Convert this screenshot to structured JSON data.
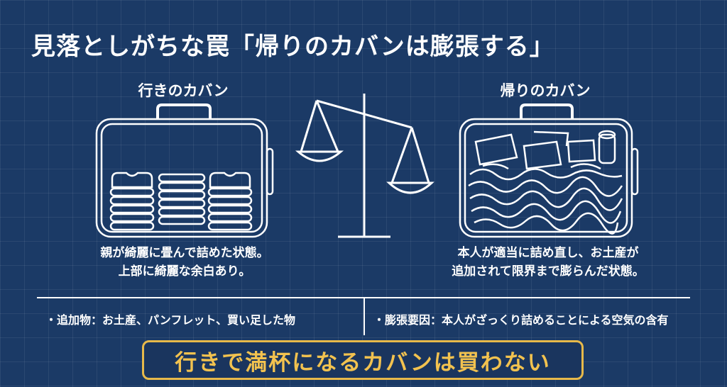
{
  "title": "見落としがちな罠「帰りのカバンは膨張する」",
  "left": {
    "label": "行きのカバン",
    "caption_line1": "親が綺麗に畳んで詰めた状態。",
    "caption_line2": "上部に綺麗な余白あり。",
    "note": "・追加物：お土産、パンフレット、買い足した物"
  },
  "right": {
    "label": "帰りのカバン",
    "caption_line1": "本人が適当に詰め直し、お土産が",
    "caption_line2": "追加されて限界まで膨らんだ状態。",
    "note": "・膨張要因：本人がざっくり詰めることによる空気の含有"
  },
  "banner": "行きで満杯になるカバンは買わない",
  "colors": {
    "background": "#1b3a66",
    "line": "#ffffff",
    "accent": "#e7b94a"
  },
  "icons": [
    "suitcase-neat-icon",
    "balance-scale-icon",
    "suitcase-bulging-icon"
  ]
}
